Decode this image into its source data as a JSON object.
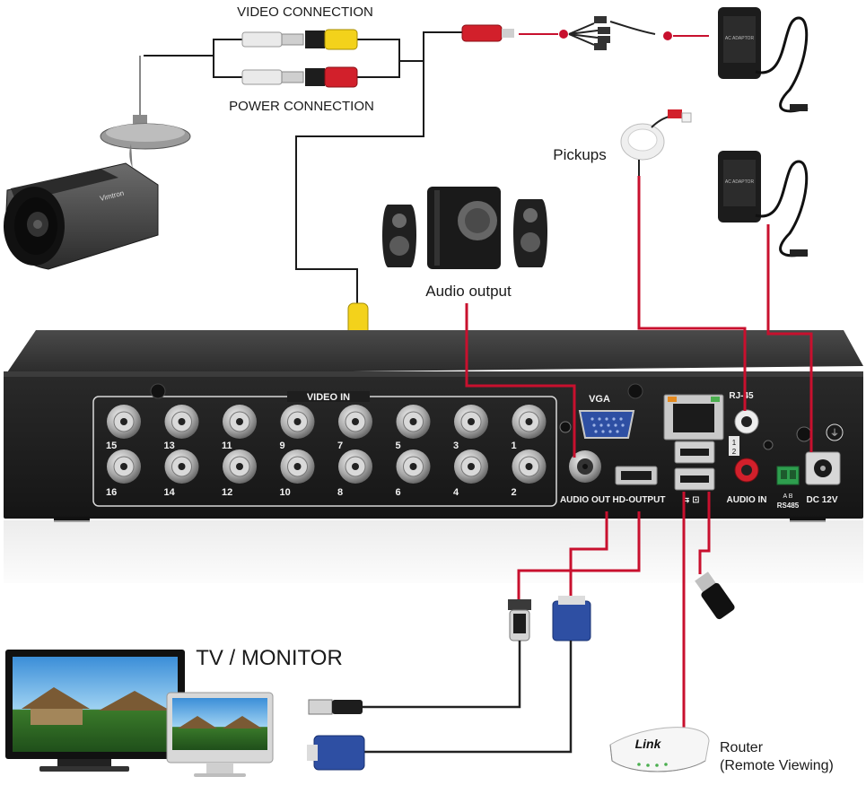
{
  "labels": {
    "video_connection": "VIDEO CONNECTION",
    "power_connection": "POWER CONNECTION",
    "pickups": "Pickups",
    "audio_output": "Audio output",
    "tv_monitor": "TV / MONITOR",
    "router": "Router",
    "remote_viewing": "(Remote Viewing)"
  },
  "panel": {
    "video_in": "VIDEO IN",
    "vga": "VGA",
    "rj45": "RJ-45",
    "audio_out": "AUDIO OUT",
    "hd_output": "HD-OUTPUT",
    "audio_in": "AUDIO IN",
    "rs485": "RS485",
    "rs485_ab": "A  B",
    "dc12v": "DC 12V",
    "audio_ch1": "1",
    "audio_ch2": "2",
    "bnc_top": [
      "15",
      "13",
      "11",
      "9",
      "7",
      "5",
      "3",
      "1"
    ],
    "bnc_bottom": [
      "16",
      "14",
      "12",
      "10",
      "8",
      "6",
      "4",
      "2"
    ]
  },
  "devices": {
    "camera_brand": "Vimtron",
    "adapter_label": "AC ADAPTOR",
    "router_brand": "Link"
  },
  "colors": {
    "wire": "#c8102e",
    "cable": "#1a1a1a",
    "dvr_body": "#2b2b2b",
    "panel": "#1f1f1f",
    "label_white": "#f2f2f2"
  }
}
